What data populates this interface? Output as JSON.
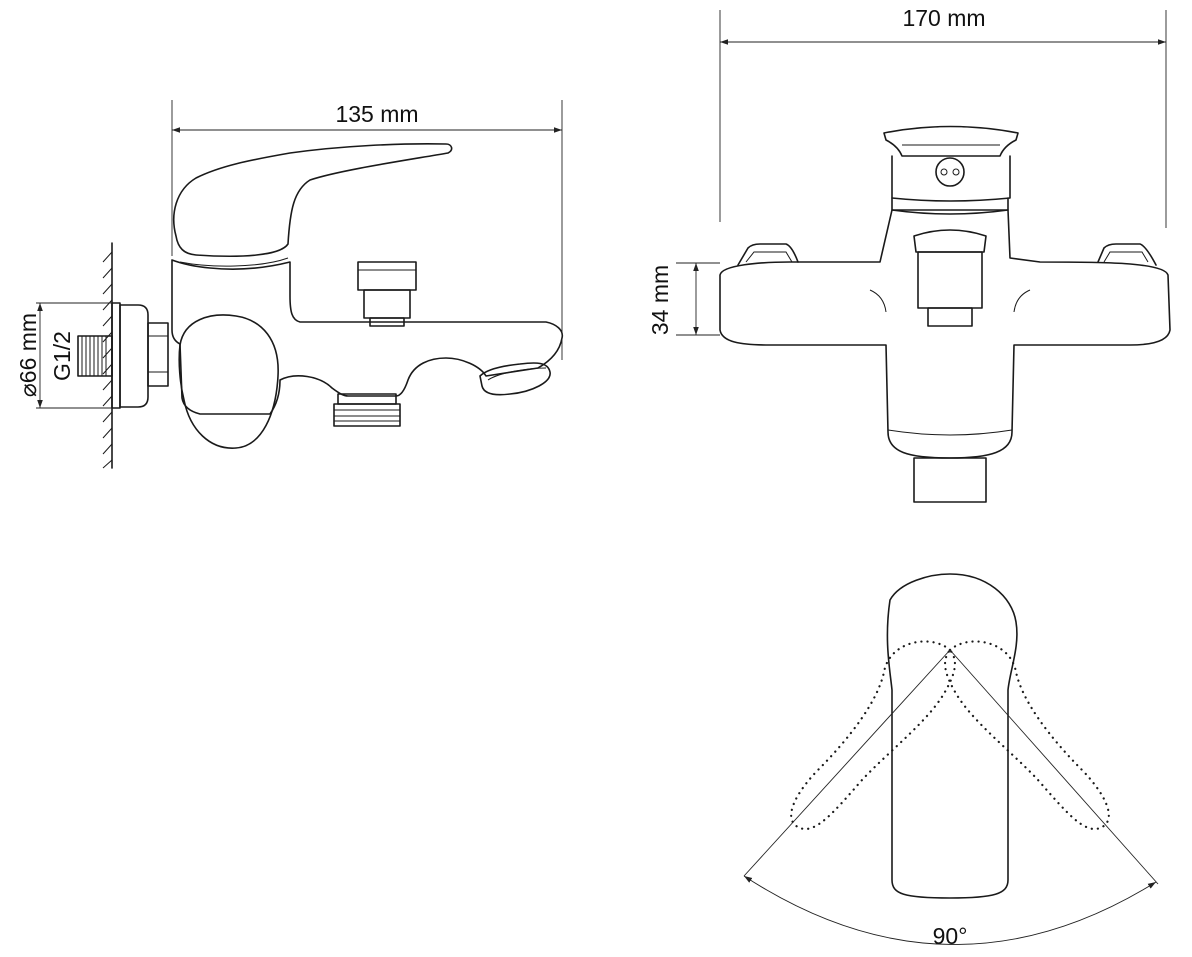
{
  "dimensions": {
    "side_width": "135 mm",
    "front_width": "170 mm",
    "front_height": "34 mm",
    "flange_diameter": "⌀66 mm",
    "thread": "G1/2",
    "rotation_angle": "90°"
  },
  "colors": {
    "line": "#1a1a1a",
    "background": "#ffffff"
  }
}
